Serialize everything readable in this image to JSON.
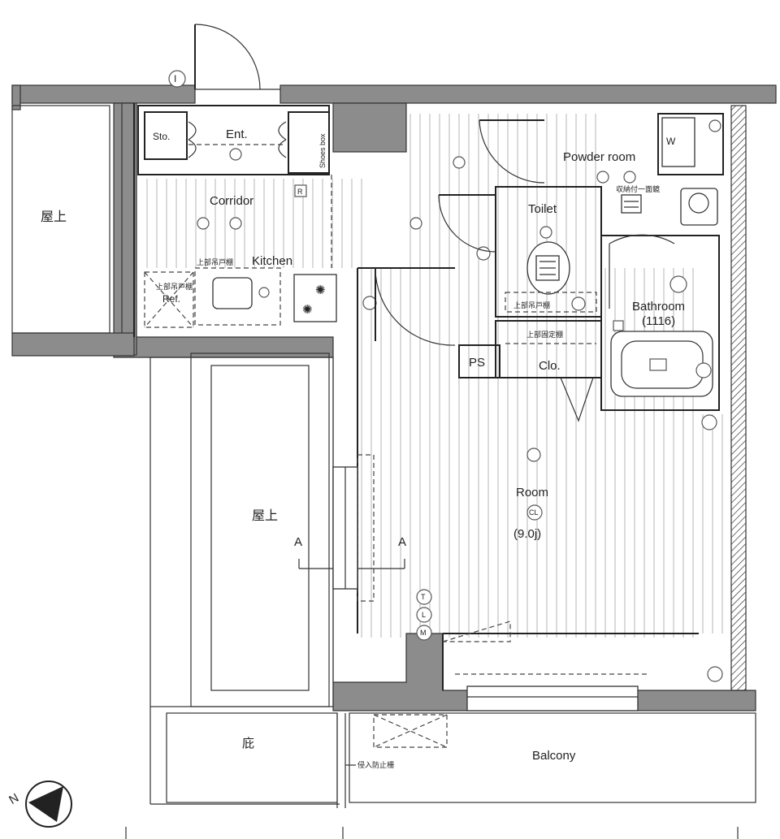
{
  "rooms": {
    "rooftop_left": "屋上",
    "rooftop_center": "屋上",
    "storage": "Sto.",
    "entrance": "Ent.",
    "shoes_box": "Shoes box",
    "corridor": "Corridor",
    "kitchen": "Kitchen",
    "refrigerator": "Ref.",
    "powder_room": "Powder room",
    "toilet": "Toilet",
    "bathroom": "Bathroom",
    "bathroom_size": "(1116)",
    "pipe_space": "PS",
    "closet": "Clo.",
    "room": "Room",
    "room_size": "(9.0j)",
    "garden": "庇",
    "balcony": "Balcony"
  },
  "notes": {
    "upper_cabinet_kitchen": "上部吊戸棚",
    "upper_cabinet_ref": "上部吊戸棚",
    "upper_cabinet_toilet": "上部吊戸棚",
    "upper_shelf_closet": "上部固定棚",
    "storage_mirror": "収納付一面鏡",
    "fence": "侵入防止柵",
    "washer": "W",
    "section_marker": "A"
  },
  "markers": {
    "intercom": "I",
    "remote": "R",
    "ceiling_light": "CL",
    "light": "L",
    "tv": "T",
    "multimedia": "M"
  },
  "compass": "N",
  "colors": {
    "wall": "#8c8c8c",
    "line": "#222222",
    "floor_hatch": "#b5b5b5"
  }
}
